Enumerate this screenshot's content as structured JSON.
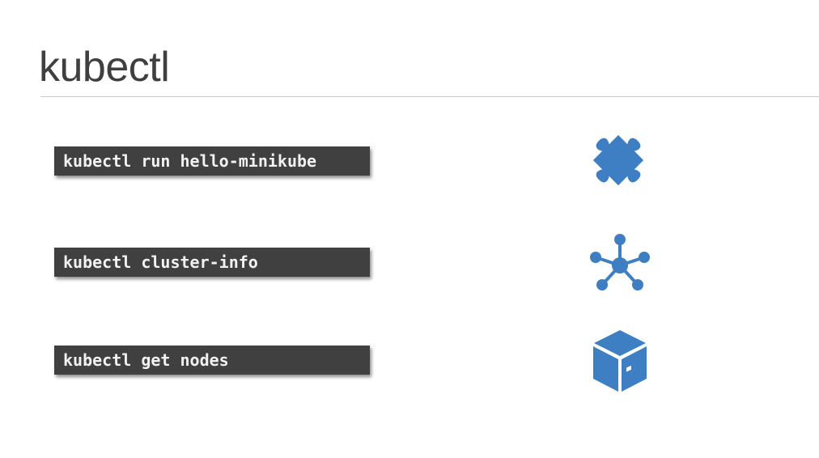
{
  "slide": {
    "title": "kubectl"
  },
  "theme": {
    "accent": "#3e7fc3",
    "command_background": "#404040",
    "command_text": "#f2f2f2",
    "title_color": "#3f3f3f",
    "rule_color": "#c9c9c9"
  },
  "commands": [
    {
      "text": "kubectl run hello-minikube",
      "icon": "puzzle-piece-icon"
    },
    {
      "text": "kubectl cluster-info",
      "icon": "cluster-network-icon"
    },
    {
      "text": "kubectl get nodes",
      "icon": "package-box-icon"
    }
  ]
}
